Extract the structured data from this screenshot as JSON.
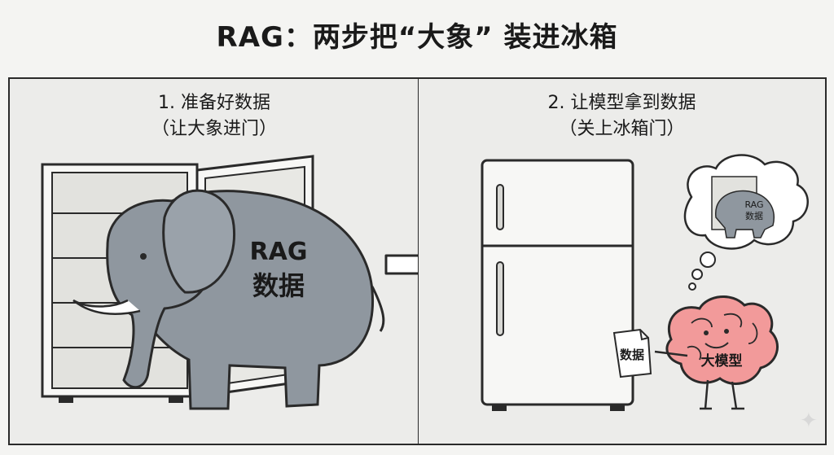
{
  "title": "RAG：两步把“大象” 装进冰箱",
  "step1": {
    "line1": "1. 准备好数据",
    "line2": "（让大象进门）",
    "elephant_label_1": "RAG",
    "elephant_label_2": "数据"
  },
  "step2": {
    "line1": "2. 让模型拿到数据",
    "line2": "（关上冰箱门）",
    "bubble_label_1": "RAG",
    "bubble_label_2": "数据",
    "paper_label": "数据",
    "brain_label": "大模型"
  },
  "colors": {
    "elephant": "#8f979f",
    "brain": "#f29a9a",
    "fridge": "#f7f7f5",
    "outline": "#2a2a2a"
  }
}
